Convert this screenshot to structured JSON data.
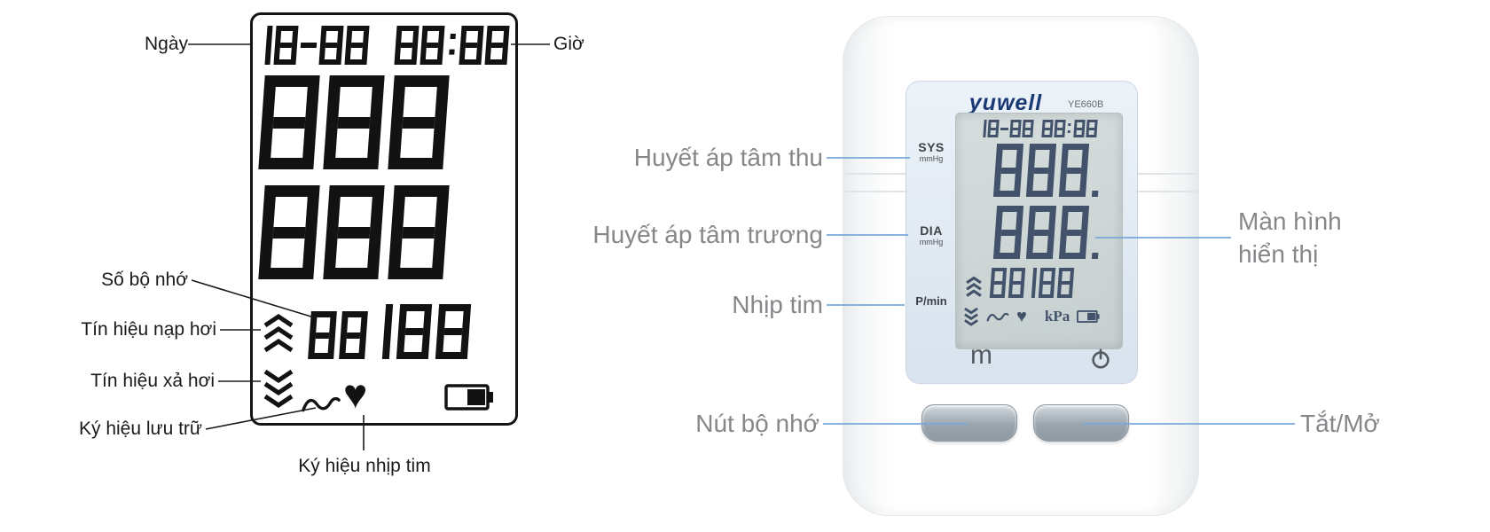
{
  "icons": {
    "heart": "♥"
  },
  "diagram": {
    "labels": {
      "date": "Ngày",
      "time": "Giờ",
      "memory": "Số bộ nhớ",
      "inflate": "Tín hiệu nạp hơi",
      "deflate": "Tín hiệu xả hơi",
      "storage": "Ký hiệu lưu trữ",
      "heartbeat": "Ký hiệu nhịp tim"
    },
    "lcd": {
      "date": "18-88",
      "time": "88:88",
      "sys": "888",
      "dia": "888",
      "memory": "88",
      "pulse": "188"
    }
  },
  "device": {
    "brand": "yuwell",
    "model": "YE660B",
    "screen": {
      "date": "18-88",
      "time": "88:88",
      "sys": "888.",
      "dia": "888.",
      "memory_pulse": "88188",
      "unit": "kPa"
    },
    "panel": {
      "sys_label": "SYS",
      "sys_unit": "mmHg",
      "dia_label": "DIA",
      "dia_unit": "mmHg",
      "pulse_label": "P/min",
      "memory_button": "m"
    },
    "callouts": {
      "systolic": "Huyết áp tâm thu",
      "diastolic": "Huyết áp tâm trương",
      "pulse": "Nhịp tim",
      "display_line1": "Màn hình",
      "display_line2": "hiển thị",
      "memory_button": "Nút bộ nhớ",
      "power": "Tắt/Mở"
    }
  },
  "colors": {
    "callout_text": "#85878a",
    "callout_line": "#7aa8d8",
    "diagram_line": "#1a1a1a",
    "brand_navy": "#1b3a75",
    "lcd_segment": "#42526b"
  }
}
